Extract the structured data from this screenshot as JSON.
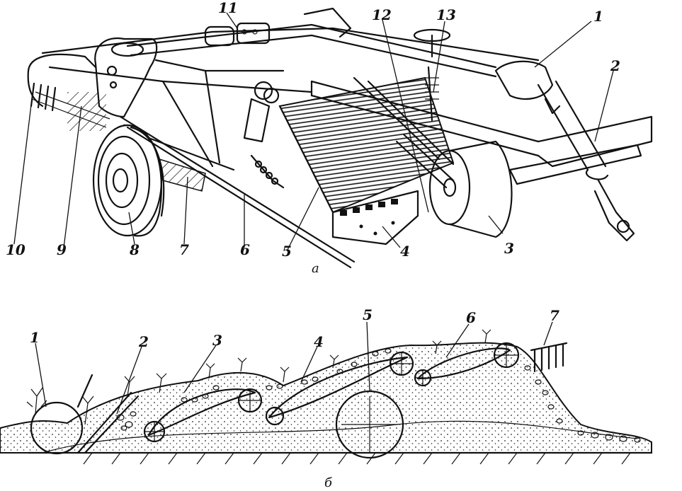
{
  "figure": {
    "subfigure_top_label": "а",
    "subfigure_bottom_label": "б",
    "top_callouts": [
      "1",
      "2",
      "3",
      "4",
      "5",
      "6",
      "7",
      "8",
      "9",
      "10",
      "11",
      "12",
      "13"
    ],
    "bottom_callouts": [
      "1",
      "2",
      "3",
      "4",
      "5",
      "6",
      "7"
    ]
  }
}
